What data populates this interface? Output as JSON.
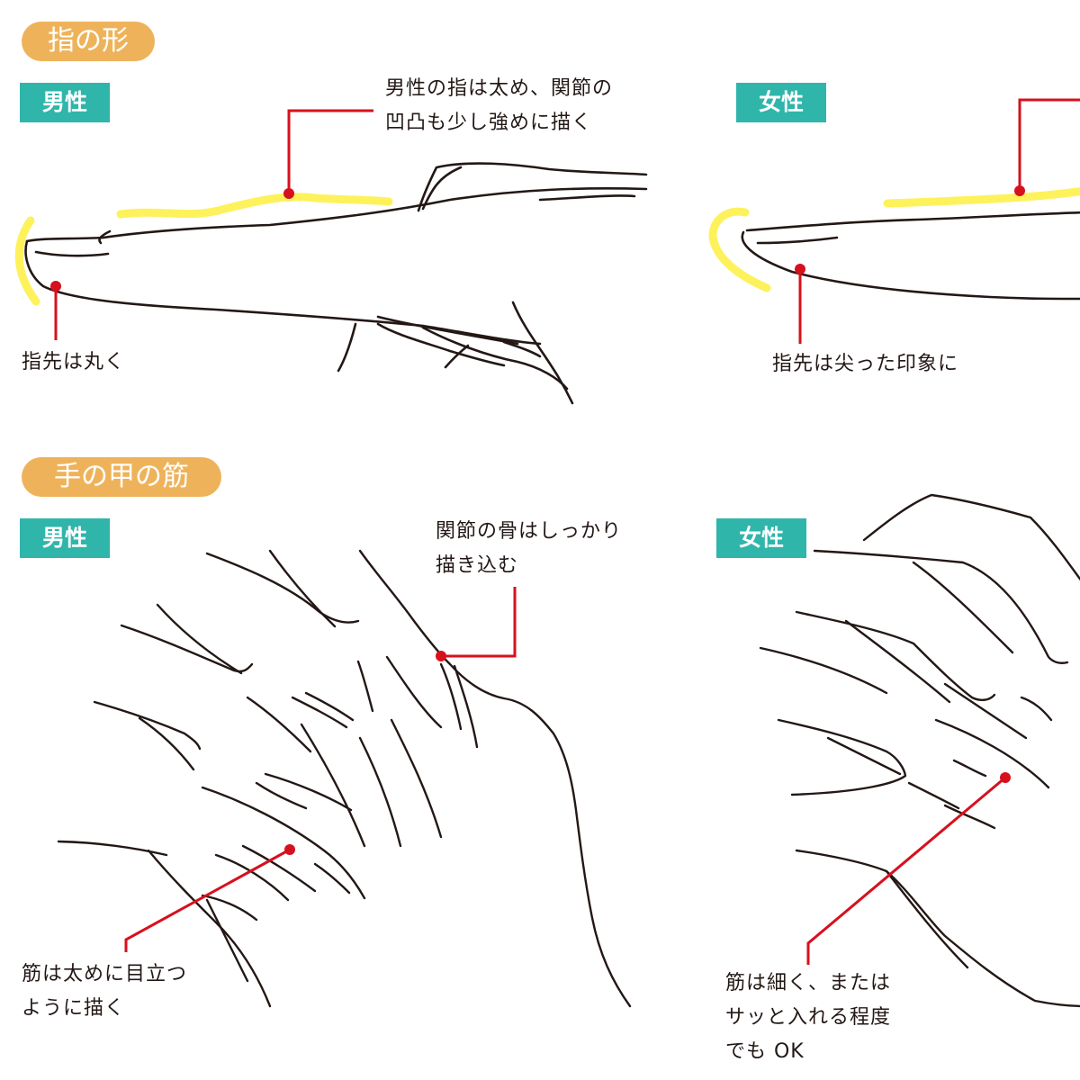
{
  "colors": {
    "heading_pill": "#eeb35a",
    "gender_tag": "#30b5ab",
    "highlight": "#fdf25b",
    "leader": "#d7101e",
    "stroke": "#231815"
  },
  "sections": [
    {
      "heading": "指の形",
      "panels": [
        {
          "tag": "男性",
          "notes": [
            {
              "lines": [
                "男性の指は太め、関節の",
                "凹凸も少し強めに描く"
              ]
            },
            {
              "lines": [
                "指先は丸く"
              ]
            }
          ]
        },
        {
          "tag": "女性",
          "notes": [
            {
              "lines": [
                "指先は尖った印象に"
              ]
            }
          ]
        }
      ]
    },
    {
      "heading": "手の甲の筋",
      "panels": [
        {
          "tag": "男性",
          "notes": [
            {
              "lines": [
                "関節の骨はしっかり",
                "描き込む"
              ]
            },
            {
              "lines": [
                "筋は太めに目立つ",
                "ように描く"
              ]
            }
          ]
        },
        {
          "tag": "女性",
          "notes": [
            {
              "lines": [
                "筋は細く、または",
                "サッと入れる程度",
                "でも OK"
              ]
            }
          ]
        }
      ]
    }
  ]
}
